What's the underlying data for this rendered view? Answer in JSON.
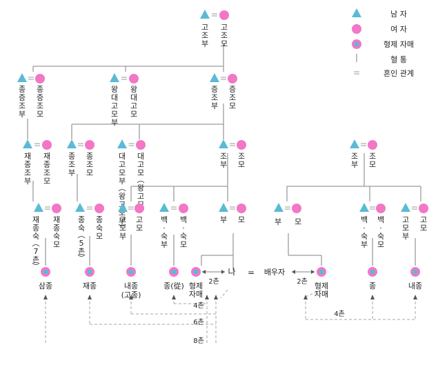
{
  "colors": {
    "male": "#5bbad5",
    "female": "#f277c6",
    "sibling_outer": "#f277c6",
    "sibling_inner": "#5bbad5",
    "line": "#9a9a9a",
    "dash": "#b8b8b8",
    "text": "#222222"
  },
  "legend": {
    "male": "남  자",
    "female": "여  자",
    "siblings": "형제 자매",
    "blood": "혈  통",
    "marriage": "혼인 관계"
  },
  "people": {
    "gojobu": "고조부",
    "gojomo": "고조모",
    "jongjeungjobu": "종증조부",
    "jongjeungjomo": "종증조모",
    "wangdaegomobu": "왕대고모부",
    "wangdaegomo": "왕대고모",
    "jeungjobu": "증조부",
    "jeungjomo": "증조모",
    "jaejongjobu": "재종조부",
    "jaejongjomo": "재종조모",
    "jongjobu": "종조부",
    "jongjomo": "종조모",
    "daegomobu": "대고모부(왕고모부)",
    "daegomo": "대고모(왕고모)",
    "jobu": "조부",
    "jomo": "조모",
    "jobu_m": "조부",
    "jomo_m": "조모",
    "jaejongsukbu": "재종숙(7촌)",
    "jaejongsukmo": "재종숙모",
    "jongsuk": "종숙(5촌)",
    "jongsukmo": "종숙모",
    "gomobu": "고모부",
    "gomo": "고모",
    "baeksukbu": "백·숙부",
    "baeksukmo": "백·숙모",
    "bu": "부",
    "mo": "모",
    "bu_m": "부",
    "mo_m": "모",
    "baeksukbu_m": "백·숙부",
    "baeksukmo_m": "백·숙모",
    "gomobu_m": "고모부",
    "gomo_m": "고모",
    "samjong": "삼종",
    "jaejong": "재종",
    "naejong": "내종(고종)",
    "jong": "종(從)",
    "hyeongje": "형제자매",
    "na": "나",
    "baeuja": "배우자",
    "hyeongje_m": "형제자매",
    "jong_m": "종",
    "naejong_m": "내종"
  },
  "relations": {
    "chon2_left": "2촌",
    "chon2_right": "2촌",
    "chon4_left": "4촌",
    "chon6": "6촌",
    "chon8": "8촌",
    "chon4_right": "4촌",
    "marriage_sign": "="
  }
}
